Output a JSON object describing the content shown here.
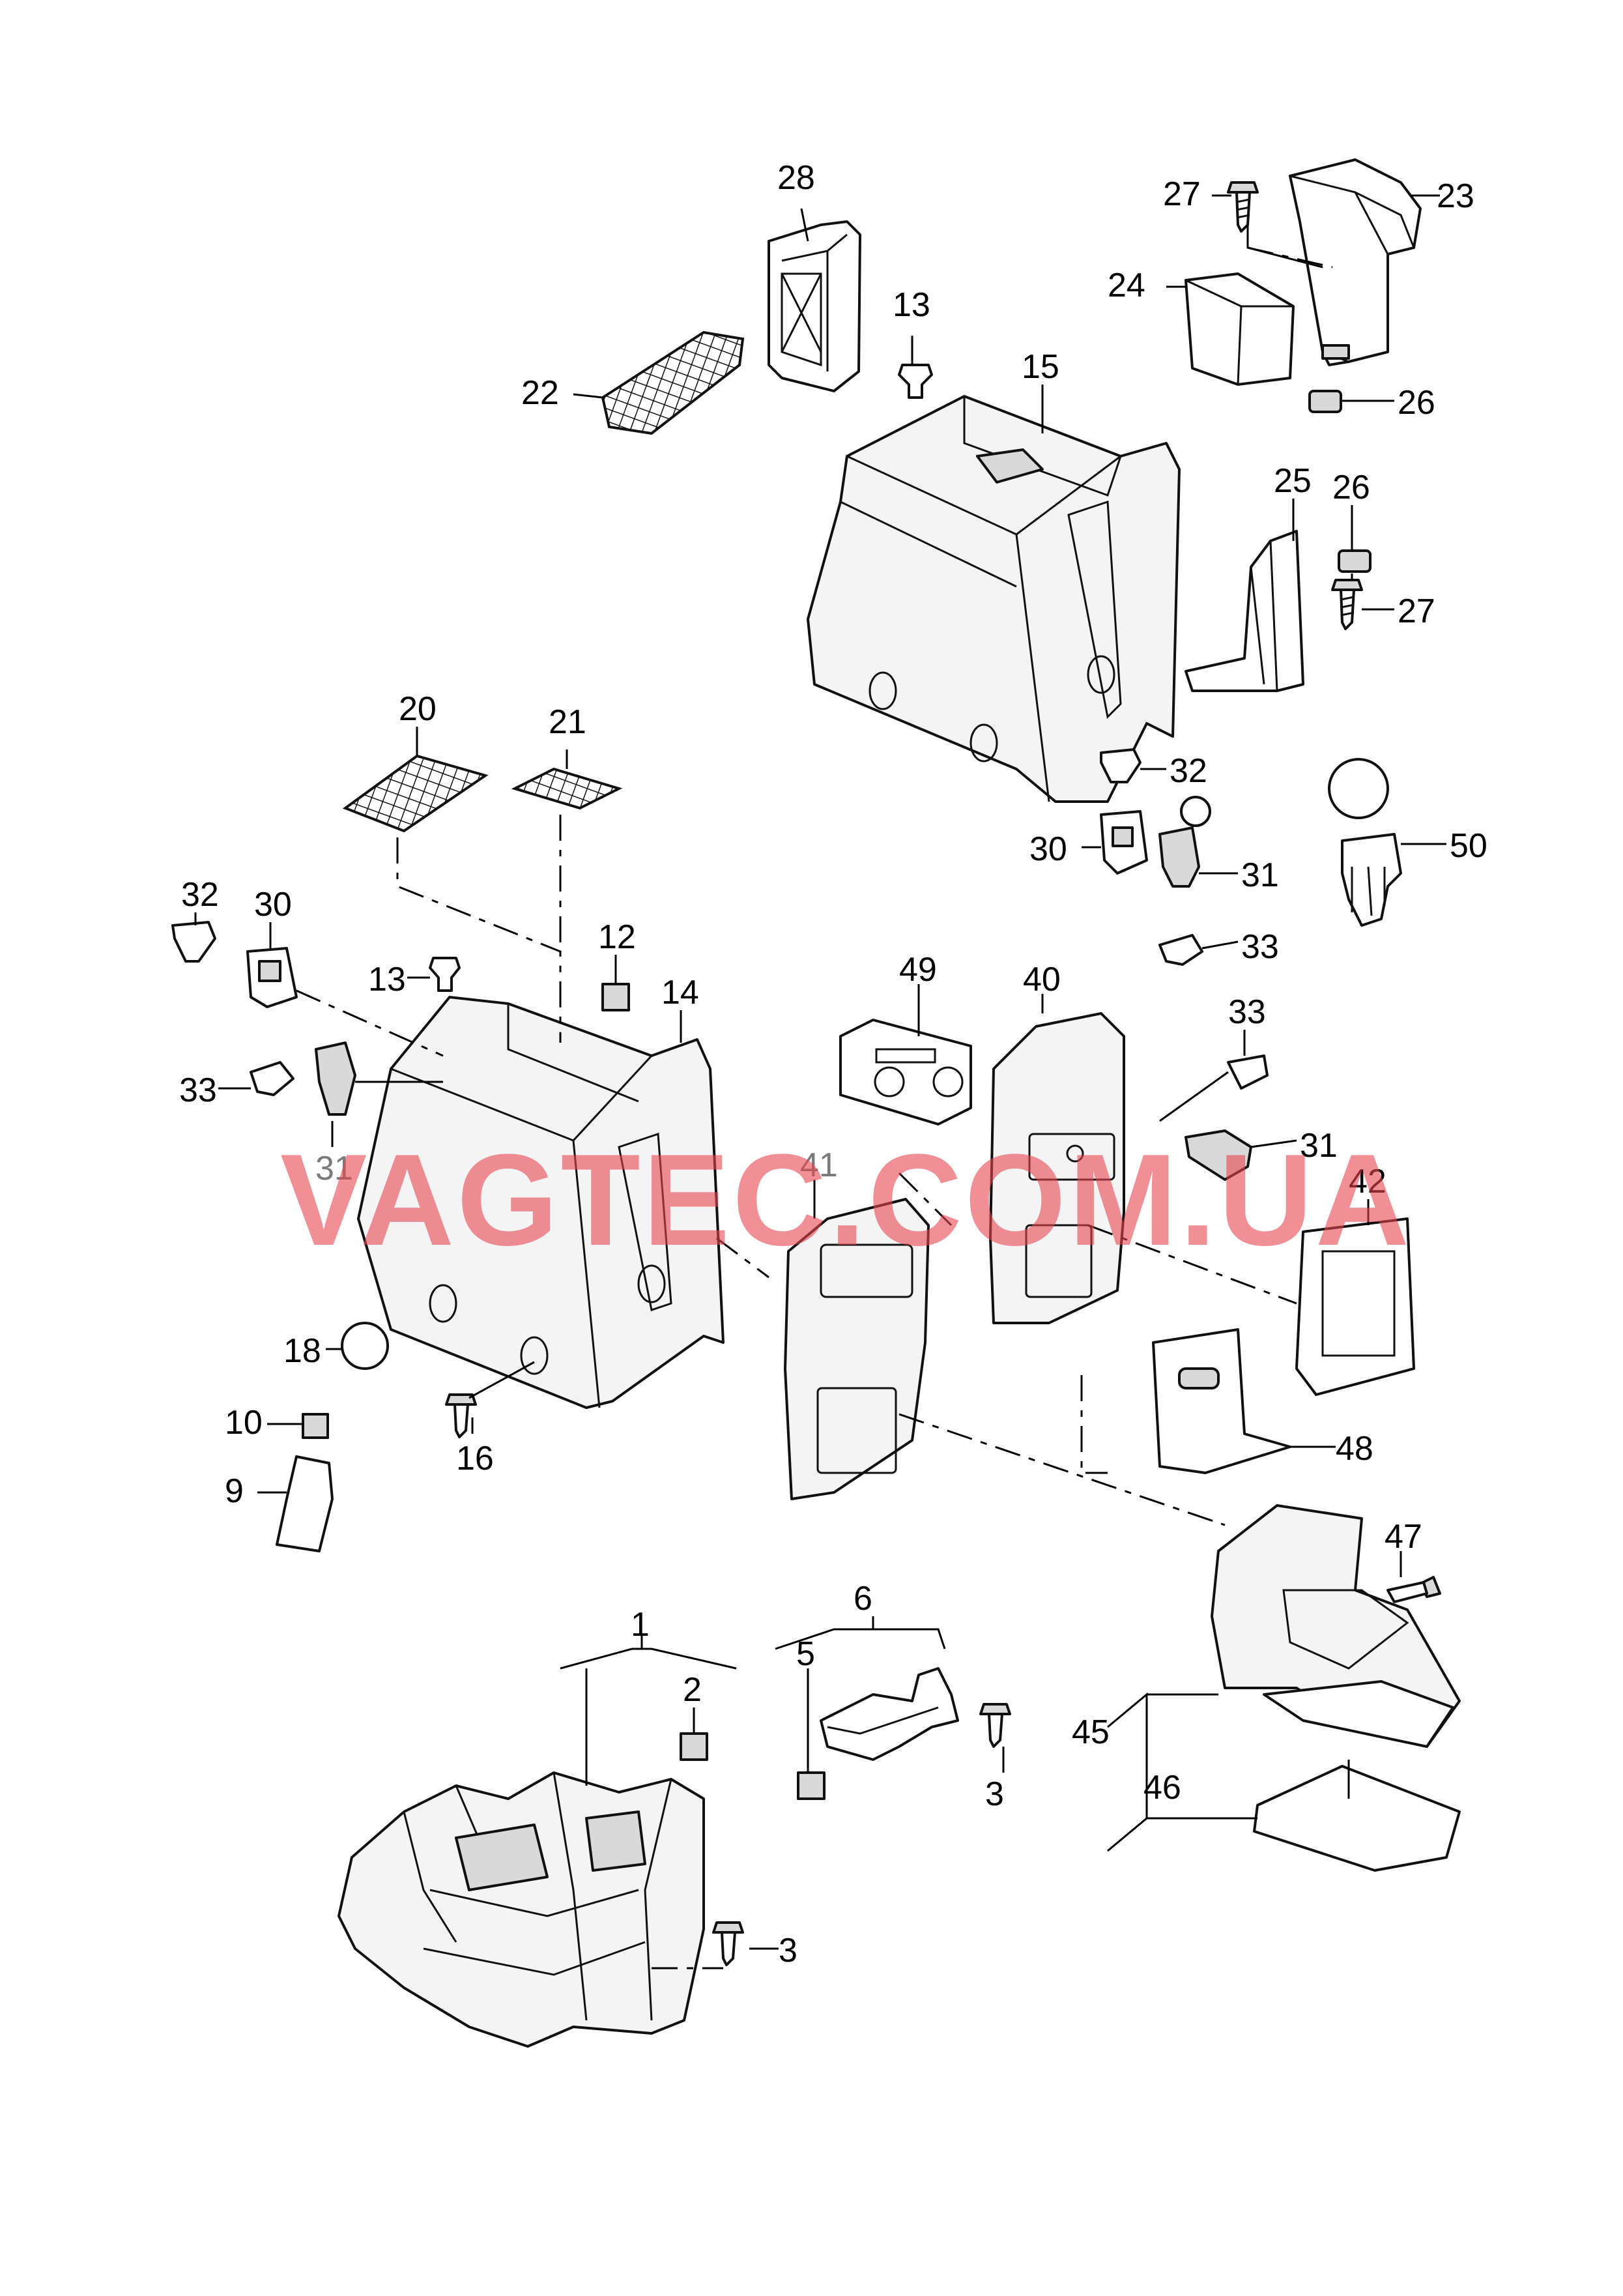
{
  "watermark": "VAGTEC.COM.UA",
  "callouts": {
    "p1": "1",
    "p2": "2",
    "p3a": "3",
    "p3b": "3",
    "p5": "5",
    "p6": "6",
    "p9": "9",
    "p10": "10",
    "p12": "12",
    "p13a": "13",
    "p13b": "13",
    "p14": "14",
    "p15": "15",
    "p16": "16",
    "p18": "18",
    "p20": "20",
    "p21": "21",
    "p22": "22",
    "p23": "23",
    "p24": "24",
    "p25": "25",
    "p26a": "26",
    "p26b": "26",
    "p27a": "27",
    "p27b": "27",
    "p28": "28",
    "p30a": "30",
    "p30b": "30",
    "p31a": "31",
    "p31b": "31",
    "p31c": "31",
    "p32a": "32",
    "p32b": "32",
    "p33a": "33",
    "p33b": "33",
    "p33c": "33",
    "p40": "40",
    "p41": "41",
    "p42": "42",
    "p45": "45",
    "p46": "46",
    "p47": "47",
    "p48": "48",
    "p49": "49",
    "p50": "50"
  }
}
